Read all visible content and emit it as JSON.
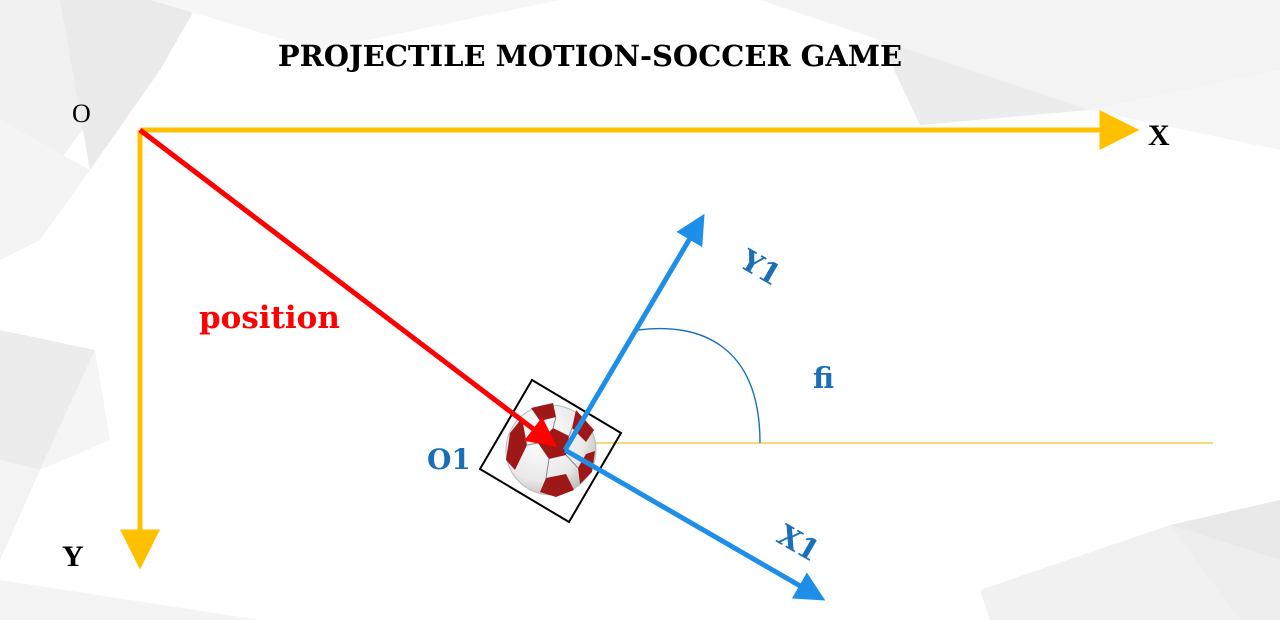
{
  "title": "PROJECTILE MOTION-SOCCER GAME",
  "labels": {
    "origin": "O",
    "x_axis": "X",
    "y_axis": "Y",
    "position": "position",
    "body_origin": "O1",
    "body_x": "X1",
    "body_y": "Y1",
    "angle": "fi"
  },
  "colors": {
    "axes": "#FFC000",
    "position_vector": "#FF0000",
    "body_frame": "#1E8FE8",
    "body_text": "#1A6FB8",
    "reference_line": "#F0C020",
    "text": "#000000"
  },
  "icons": {
    "ball": "soccer-ball-icon"
  }
}
